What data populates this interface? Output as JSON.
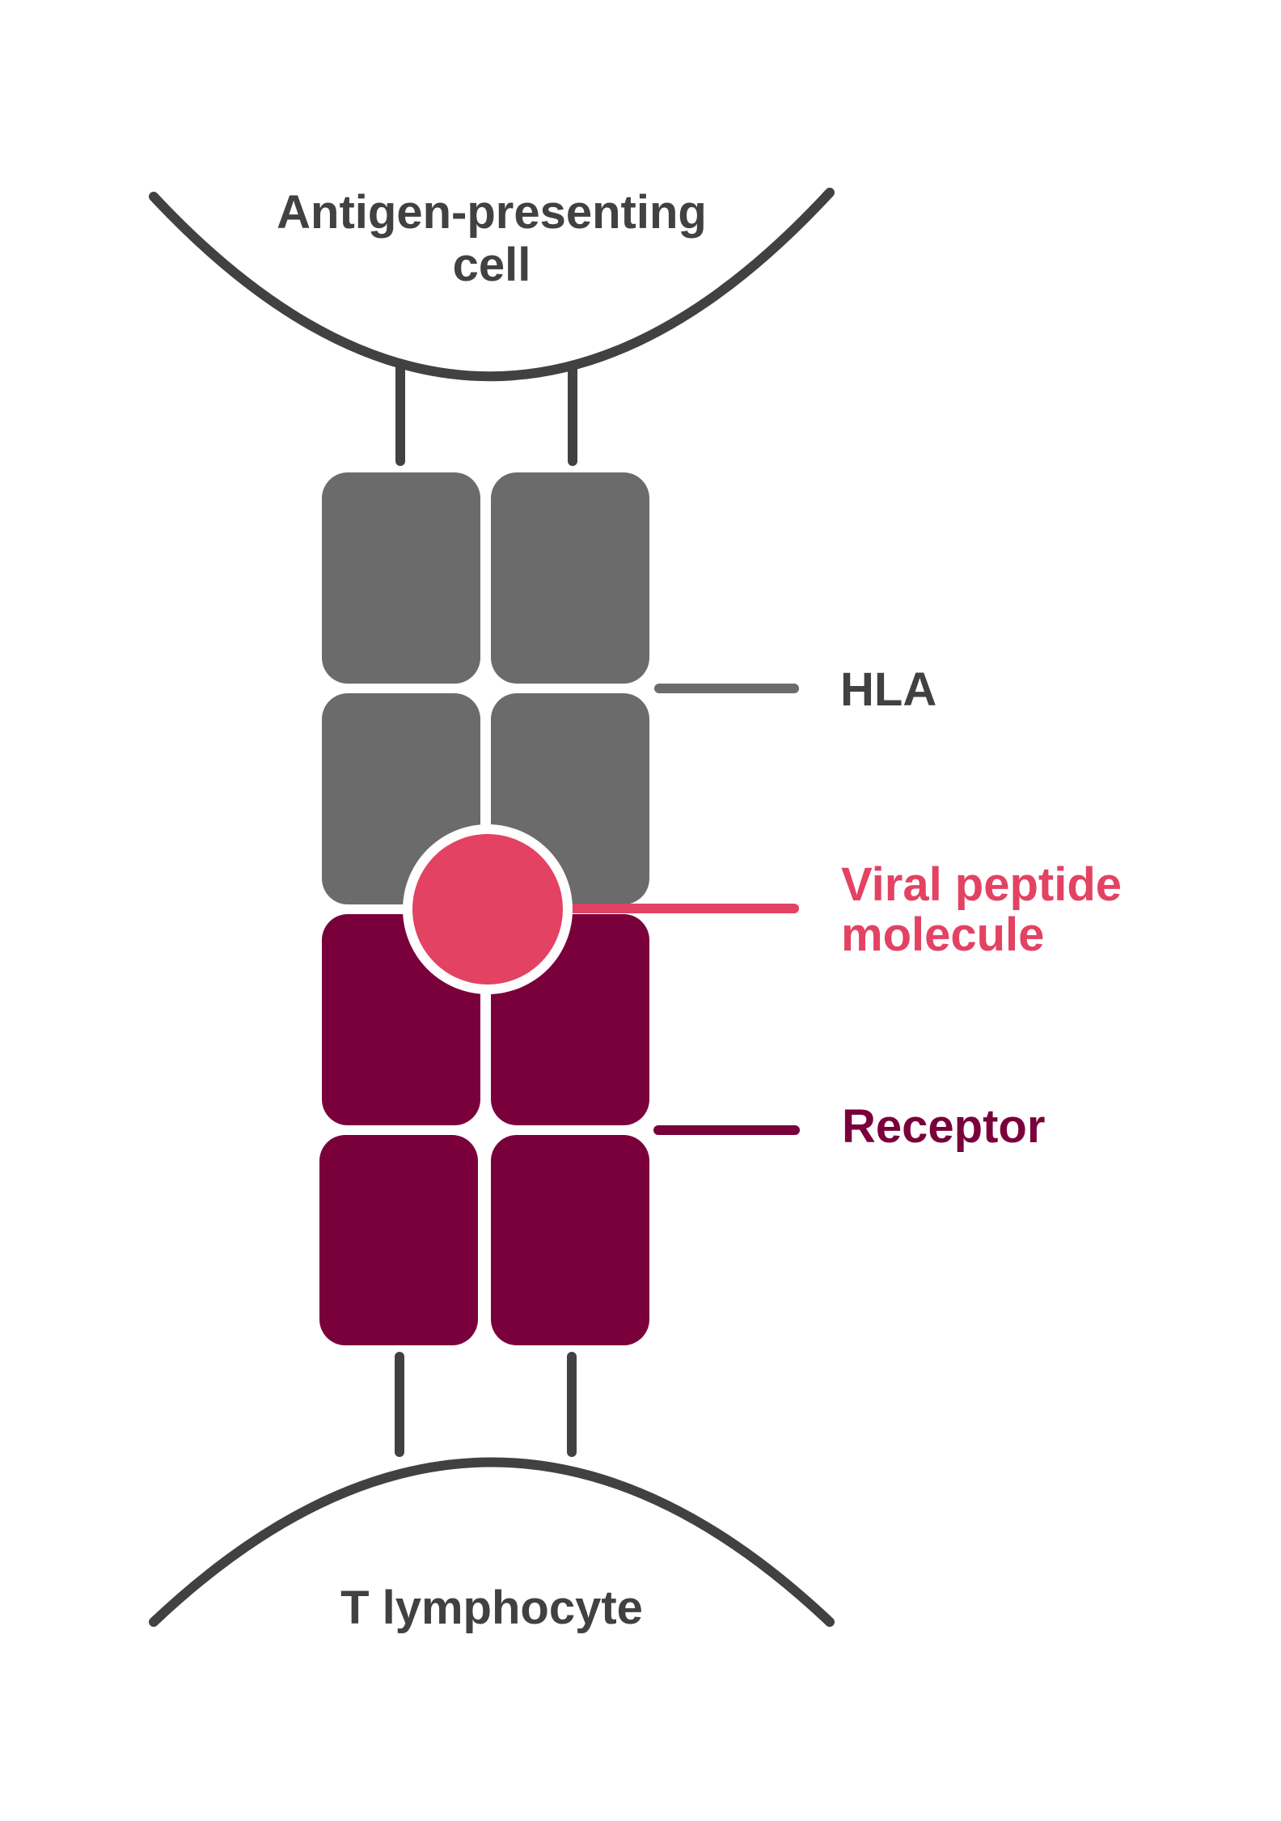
{
  "diagram": {
    "title": "HLA–T cell receptor interaction",
    "top_cell": {
      "label_line1": "Antigen-presenting",
      "label_line2": "cell"
    },
    "bottom_cell": {
      "label": "T lymphocyte"
    },
    "legend": [
      {
        "key": "hla",
        "label": "HLA",
        "color": "#6b6b6b",
        "text_color": "#414143"
      },
      {
        "key": "peptide",
        "label_line1": "Viral peptide",
        "label_line2": "molecule",
        "color": "#e34263"
      },
      {
        "key": "receptor",
        "label": "Receptor",
        "color": "#7a003c"
      }
    ],
    "colors": {
      "membrane": "#414143",
      "hla_block": "#6b6b6b",
      "receptor_block": "#7a003c",
      "peptide": "#e34263",
      "background": "#ffffff"
    }
  }
}
